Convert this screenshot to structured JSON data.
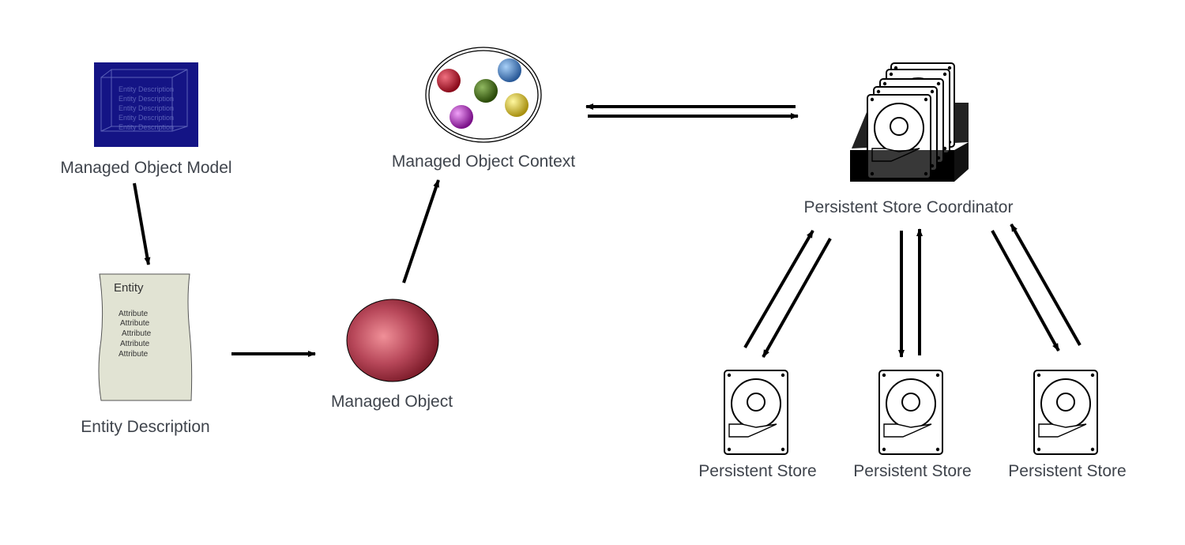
{
  "labels": {
    "managed_object_model": "Managed Object Model",
    "managed_object_context": "Managed Object Context",
    "persistent_store_coordinator": "Persistent Store Coordinator",
    "entity_description": "Entity Description",
    "managed_object": "Managed Object",
    "persistent_store": "Persistent Store"
  },
  "model_icon": {
    "lines": [
      "Entity Description",
      "Entity Description",
      "Entity Description",
      "Entity Description",
      "Entity Description"
    ],
    "color": "#141485"
  },
  "entity_icon": {
    "title": "Entity",
    "attributes": [
      "Attribute",
      "Attribute",
      "Attribute",
      "Attribute",
      "Attribute"
    ]
  },
  "context_balls": [
    "#c0203a",
    "#4a7fc0",
    "#4a6e20",
    "#d8c53a",
    "#b83cc8"
  ],
  "colors": {
    "arrow": "#000000",
    "label_text": "#3f444c",
    "managed_object": "#b8485a",
    "entity_paper": "#e1e3d3"
  }
}
